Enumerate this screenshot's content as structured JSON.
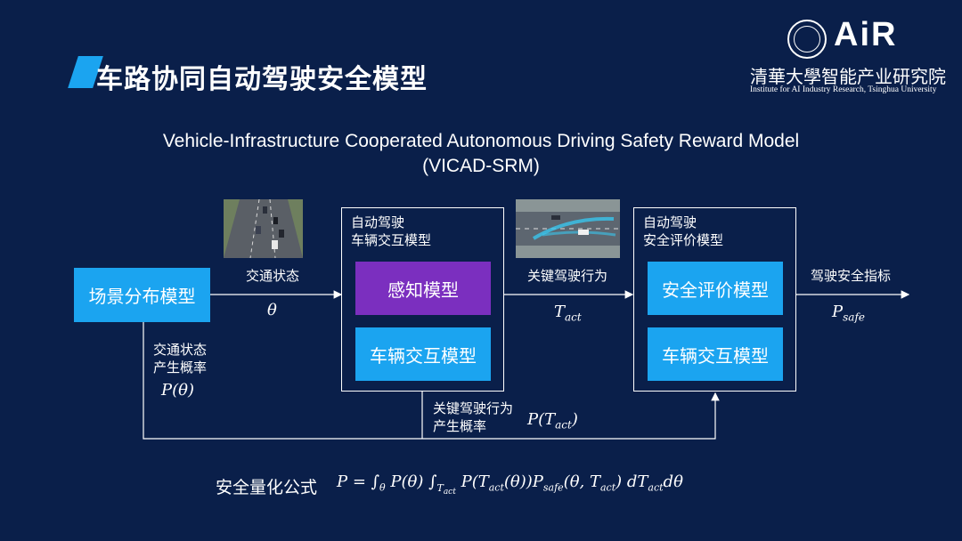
{
  "header": {
    "title": "车路协同自动驾驶安全模型",
    "logo_air": "AiR",
    "logo_cn": "清華大學智能产业研究院",
    "logo_en": "Institute for AI Industry Research, Tsinghua University"
  },
  "subtitle": {
    "line1": "Vehicle-Infrastructure Cooperated Autonomous Driving Safety Reward Model",
    "line2": "(VICAD-SRM)"
  },
  "diagram": {
    "scene_model": "场景分布模型",
    "traffic_state": "交通状态",
    "theta": "θ",
    "traffic_prob_line1": "交通状态",
    "traffic_prob_line2": "产生概率",
    "p_theta": "P(θ)",
    "ad_interact_title_line1": "自动驾驶",
    "ad_interact_title_line2": "车辆交互模型",
    "perception_model": "感知模型",
    "vehicle_interaction_1": "车辆交互模型",
    "key_behavior": "关键驾驶行为",
    "t_act": "T",
    "t_act_sub": "act",
    "key_prob_line1": "关键驾驶行为",
    "key_prob_line2": "产生概率",
    "p_tact": "P(T",
    "p_tact_sub": "act",
    "p_tact_end": ")",
    "ad_safety_title_line1": "自动驾驶",
    "ad_safety_title_line2": "安全评价模型",
    "safety_eval_model": "安全评价模型",
    "vehicle_interaction_2": "车辆交互模型",
    "safety_metric": "驾驶安全指标",
    "p_safe": "P",
    "p_safe_sub": "safe"
  },
  "formula": {
    "label": "安全量化公式",
    "expr_a": "P = ∫",
    "sub_theta": "θ",
    "expr_b": "P(θ) ∫",
    "sub_tact": "T",
    "sub_tact_sub": "act",
    "expr_c": "P(T",
    "expr_c_sub": "act",
    "expr_d": "(θ))P",
    "expr_d_sub": "safe",
    "expr_e": "(θ, T",
    "expr_e_sub": "act",
    "expr_f": ") dT",
    "expr_f_sub": "act",
    "expr_g": "dθ"
  },
  "colors": {
    "background": "#0a1f4a",
    "accent_cyan": "#1ba4f0",
    "accent_purple": "#7b2fbf"
  }
}
